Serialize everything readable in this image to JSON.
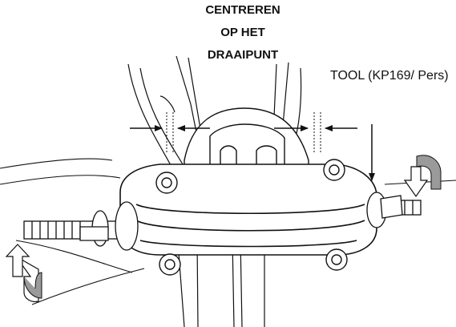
{
  "labels": {
    "center_line1": "CENTREREN",
    "center_line2": "OP HET",
    "center_line3": "DRAAIPUNT",
    "tool": "TOOL (KP169/ Pers)"
  },
  "icons": [
    "rotate-arrow-icon",
    "rotate-arrow-icon",
    "down-arrow-icon"
  ],
  "colors": {
    "line": "#111111",
    "rotate_arrow_fill": "#9a9a9a"
  }
}
